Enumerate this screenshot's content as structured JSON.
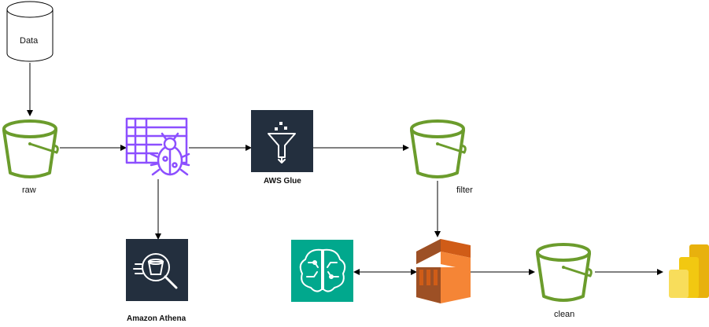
{
  "nodes": {
    "data_store": {
      "label": "Data"
    },
    "raw_bucket": {
      "label": "raw"
    },
    "glue_crawler": {
      "label": ""
    },
    "aws_glue": {
      "label": "AWS Glue"
    },
    "filter_bucket": {
      "label": "filter"
    },
    "athena": {
      "label": "Amazon Athena"
    },
    "sagemaker": {
      "label": ""
    },
    "emr": {
      "label": ""
    },
    "clean_bucket": {
      "label": "clean"
    },
    "power_bi": {
      "label": ""
    }
  },
  "colors": {
    "s3_green": "#6b9c2c",
    "crawler_purple": "#8c4fff",
    "aws_dark": "#232f3e",
    "sagemaker_green": "#01a88d",
    "emr_orange": "#ed7100",
    "powerbi_yellow": "#f2c811"
  },
  "edges": [
    {
      "from": "data_store",
      "to": "raw_bucket"
    },
    {
      "from": "raw_bucket",
      "to": "glue_crawler"
    },
    {
      "from": "glue_crawler",
      "to": "aws_glue"
    },
    {
      "from": "aws_glue",
      "to": "filter_bucket"
    },
    {
      "from": "glue_crawler",
      "to": "athena"
    },
    {
      "from": "filter_bucket",
      "to": "emr"
    },
    {
      "from": "emr",
      "to": "sagemaker",
      "bidirectional": true
    },
    {
      "from": "emr",
      "to": "clean_bucket"
    },
    {
      "from": "clean_bucket",
      "to": "power_bi"
    }
  ]
}
